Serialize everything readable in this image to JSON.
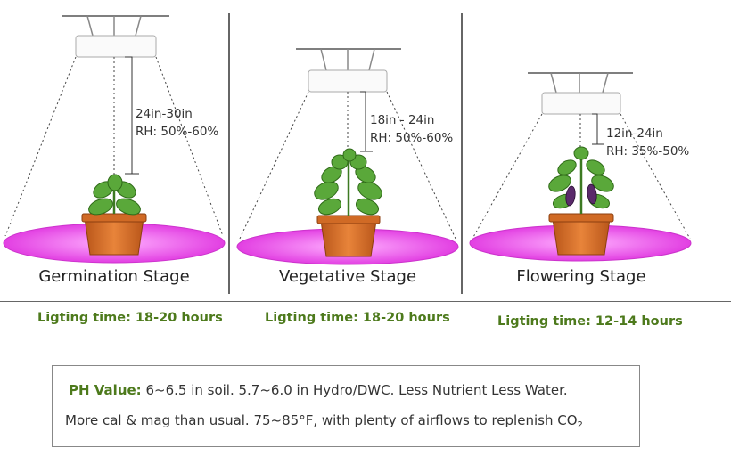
{
  "stages": [
    {
      "name": "Germination Stage",
      "distance": "24in-30in",
      "humidity": "RH: 50%-60%",
      "lighting": "Ligting time: 18-20 hours"
    },
    {
      "name": "Vegetative Stage",
      "distance": "18in - 24in",
      "humidity": "RH: 50%-60%",
      "lighting": "Ligting time: 18-20 hours"
    },
    {
      "name": "Flowering Stage",
      "distance": "12in-24in",
      "humidity": "RH: 35%-50%",
      "lighting": "Ligting time: 12-14 hours"
    }
  ],
  "notes": {
    "ph_label": "PH Value:",
    "ph_text": " 6~6.5 in soil. 5.7~6.0 in Hydro/DWC. Less Nutrient Less Water.",
    "line2": "More cal & mag than usual. 75~85°F, with plenty of airflows to replenish CO",
    "co2_subscript": "2"
  },
  "colors": {
    "light_area": "#ee44ee",
    "pot": "#d9702a",
    "leaf": "#5aa83a",
    "eggplant": "#5a2a6a",
    "lighting_text": "#4d7a1c"
  }
}
